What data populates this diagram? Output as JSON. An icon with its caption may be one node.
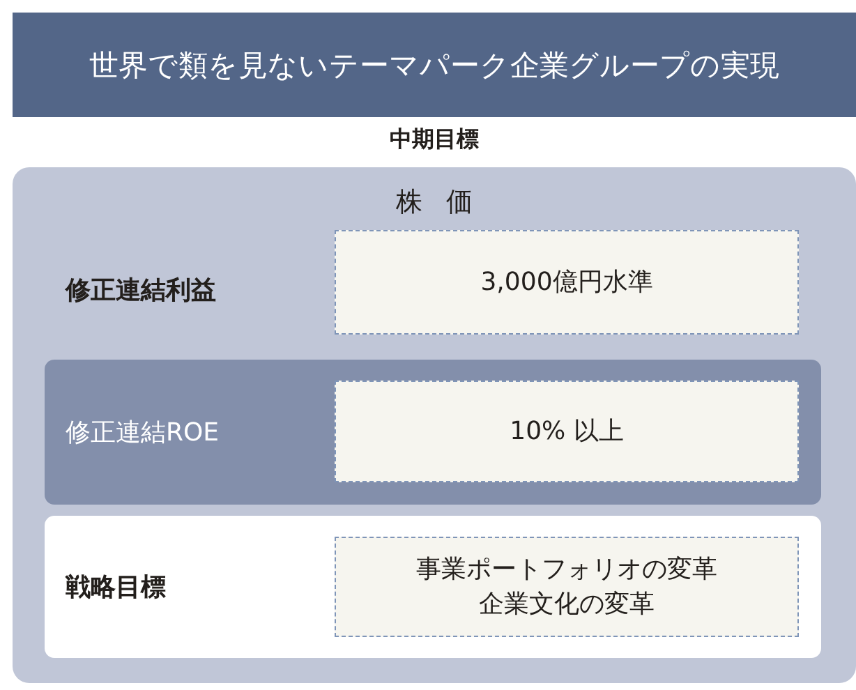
{
  "diagram": {
    "nodes": [
      {
        "text": [
          "世界で類を見ないテーマパーク企業グループの実現"
        ]
      },
      {
        "text": [
          "中期目標",
          "株価",
          "修正連結利益"
        ]
      },
      {
        "text": [
          "3,000億円水準"
        ],
        "in": 1
      },
      {
        "text": [
          "修正連結ROE"
        ],
        "in": 1
      },
      {
        "text": [
          "10% 以上"
        ],
        "in": 3
      },
      {
        "text": [
          "戦略目標"
        ],
        "in": 1
      },
      {
        "text": [
          "事業ポートフォリオの変革",
          "企業文化の変革"
        ],
        "in": 5
      }
    ]
  }
}
